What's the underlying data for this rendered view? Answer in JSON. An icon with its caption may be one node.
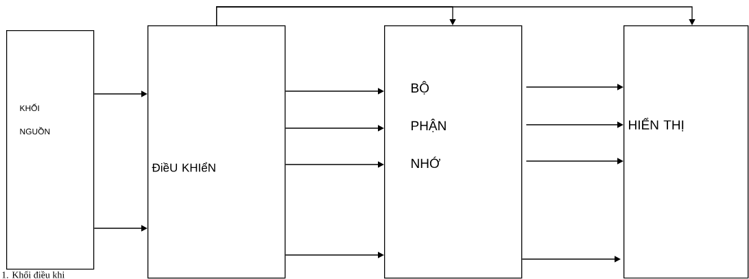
{
  "diagram": {
    "nodes": [
      {
        "text": [
          "KHỐI NGUỒN"
        ]
      },
      {
        "text": [
          "ĐiềU KHIểN"
        ]
      },
      {
        "text": [
          "BỘ PHẬN NHỚ"
        ]
      },
      {
        "text": [
          "HIỂN THỊ"
        ]
      }
    ],
    "edges": [
      {
        "from": 0,
        "to": 1,
        "arrow": "to"
      },
      {
        "from": 0,
        "to": 1,
        "arrow": "to"
      },
      {
        "from": 1,
        "to": 2,
        "arrow": "to"
      },
      {
        "from": 1,
        "to": 2,
        "arrow": "to"
      },
      {
        "from": 1,
        "to": 2,
        "arrow": "to"
      },
      {
        "from": 1,
        "to": 2,
        "arrow": "to"
      },
      {
        "from": 1,
        "to": 2,
        "arrow": "to"
      },
      {
        "from": 1,
        "to": 3,
        "arrow": "to"
      },
      {
        "from": 2,
        "to": 3,
        "arrow": "to"
      },
      {
        "from": 2,
        "to": 3,
        "arrow": "to"
      },
      {
        "from": 2,
        "to": 3,
        "arrow": "to"
      },
      {
        "from": 2,
        "to": 3,
        "arrow": "to"
      }
    ],
    "labels": [
      "1. Khối điều khi"
    ]
  }
}
